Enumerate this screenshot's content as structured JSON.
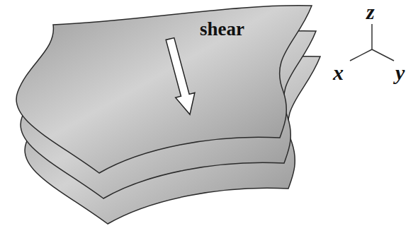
{
  "diagram": {
    "labels": [
      "shear",
      "z",
      "x",
      "y"
    ]
  }
}
